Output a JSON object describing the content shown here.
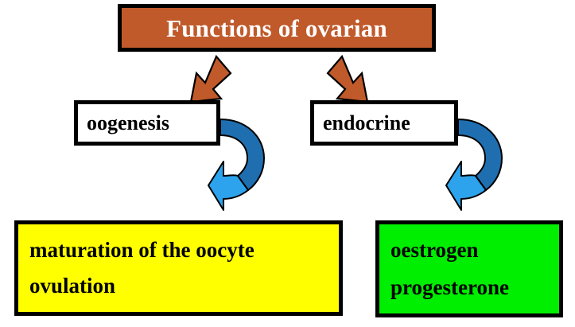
{
  "diagram": {
    "title": "Functions of ovarian",
    "title_box_color": "#C05A2B",
    "title_text_color": "#FFFFFF",
    "branches": [
      {
        "label": "oogenesis",
        "box_color": "#FFFFFF",
        "outcomes": [
          "maturation of the oocyte",
          "ovulation"
        ],
        "outcome_box_color": "#FFFF00"
      },
      {
        "label": "endocrine",
        "box_color": "#FFFFFF",
        "outcomes": [
          "oestrogen",
          "progesterone"
        ],
        "outcome_box_color": "#00EE00"
      }
    ],
    "connectors": {
      "down_arrow_color": "#C05A2B",
      "curved_arrow_color_dark": "#1F6FB0",
      "curved_arrow_color_light": "#2CA3EC",
      "outline_color": "#000000",
      "left_down_arrow_icon": "arrow-down-left-icon",
      "right_down_arrow_icon": "arrow-down-right-icon",
      "left_curved_arrow_icon": "curved-arrow-down-left-icon",
      "right_curved_arrow_icon": "curved-arrow-down-left-icon"
    }
  }
}
